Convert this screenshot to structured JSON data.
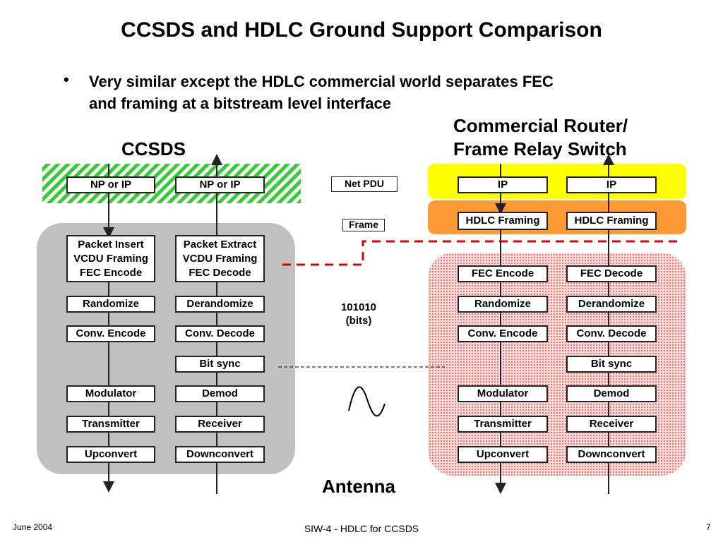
{
  "title": "CCSDS and HDLC Ground Support Comparison",
  "bullet": {
    "marker": "•",
    "text": "Very similar except the HDLC commercial world separates FEC\nand framing at a bitstream level interface"
  },
  "labels": {
    "ccsds": "CCSDS",
    "router": "Commercial Router/\nFrame Relay Switch",
    "antenna": "Antenna",
    "net_pdu": "Net PDU",
    "frame": "Frame",
    "bits": "101010\n(bits)"
  },
  "ccsds": {
    "tx": [
      "NP  or  IP",
      "Packet Insert\nVCDU Framing\nFEC Encode",
      "Randomize",
      "Conv. Encode",
      "Modulator",
      "Transmitter",
      "Upconvert"
    ],
    "rx": [
      "NP   or  IP",
      "Packet Extract\nVCDU Framing\nFEC Decode",
      "Derandomize",
      "Conv. Decode",
      "Bit sync",
      "Demod",
      "Receiver",
      "Downconvert"
    ]
  },
  "hdlc": {
    "tx": [
      "IP",
      "HDLC Framing",
      "FEC Encode",
      "Randomize",
      "Conv. Encode",
      "Modulator",
      "Transmitter",
      "Upconvert"
    ],
    "rx": [
      "IP",
      "HDLC Framing",
      "FEC Decode",
      "Derandomize",
      "Conv. Decode",
      "Bit sync",
      "Demod",
      "Receiver",
      "Downconvert"
    ]
  },
  "colors": {
    "green_hatch": "#33cc33",
    "gray_panel": "#c0c0c0",
    "yellow_band": "#ffff00",
    "orange_band": "#ff9933",
    "pink_panel": "#f2b6b6",
    "red_dash": "#dd0000"
  },
  "footer": {
    "date": "June 2004",
    "center": "SIW-4 - HDLC for CCSDS",
    "page": "7"
  }
}
